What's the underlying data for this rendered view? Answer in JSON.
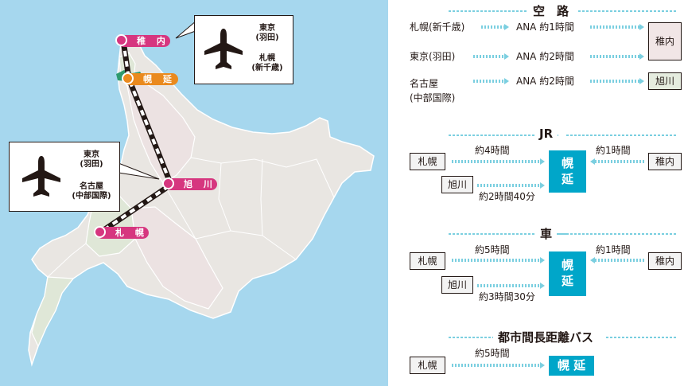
{
  "map": {
    "callout_top": {
      "line1": "東京",
      "line2": "(羽田)",
      "line3": "札幌",
      "line4": "(新千歳)"
    },
    "callout_left": {
      "line1": "東京",
      "line2": "(羽田)",
      "line3": "名古屋",
      "line4": "(中部国際)"
    },
    "pins": [
      {
        "label": "稚 内",
        "color": "#d6367f"
      },
      {
        "label": "幌 延",
        "color": "#ea8a1e"
      },
      {
        "label": "旭 川",
        "color": "#d6367f"
      },
      {
        "label": "札 幌",
        "color": "#d6367f"
      }
    ],
    "colors": {
      "sea": "#a6d7ee",
      "land": "#e9e6e2",
      "land_alt": "#ece2e2",
      "land_green": "#dfe7d7",
      "rail_dark": "#231815"
    }
  },
  "air": {
    "title": "空　路",
    "rows": [
      {
        "from": "札幌(新千歳)",
        "via": "ANA 約1時間"
      },
      {
        "from": "東京(羽田)",
        "via": "ANA 約2時間"
      },
      {
        "from_line1": "名古屋",
        "from_line2": "(中部国際)",
        "via": "ANA 約2時間"
      }
    ],
    "dest_wakkanai": "稚内",
    "dest_asahikawa": "旭川"
  },
  "jr": {
    "title": "JR",
    "from_sapporo": "札幌",
    "time_sapporo": "約4時間",
    "from_asahikawa": "旭川",
    "time_asahikawa": "約2時間40分",
    "dest": "幌\n延",
    "time_wakkanai": "約1時間",
    "from_wakkanai": "稚内"
  },
  "car": {
    "title": "車",
    "from_sapporo": "札幌",
    "time_sapporo": "約5時間",
    "from_asahikawa": "旭川",
    "time_asahikawa": "約3時間30分",
    "dest": "幌\n延",
    "time_wakkanai": "約1時間",
    "from_wakkanai": "稚内"
  },
  "bus": {
    "title": "都市間長距離バス",
    "from_sapporo": "札幌",
    "time": "約5時間",
    "dest": "幌 延"
  },
  "colors": {
    "accent": "#00a6c9",
    "dotted": "#7bcfe0",
    "dest_box_pink": "#f1e6e6",
    "dest_box_green": "#e5ecdf"
  }
}
